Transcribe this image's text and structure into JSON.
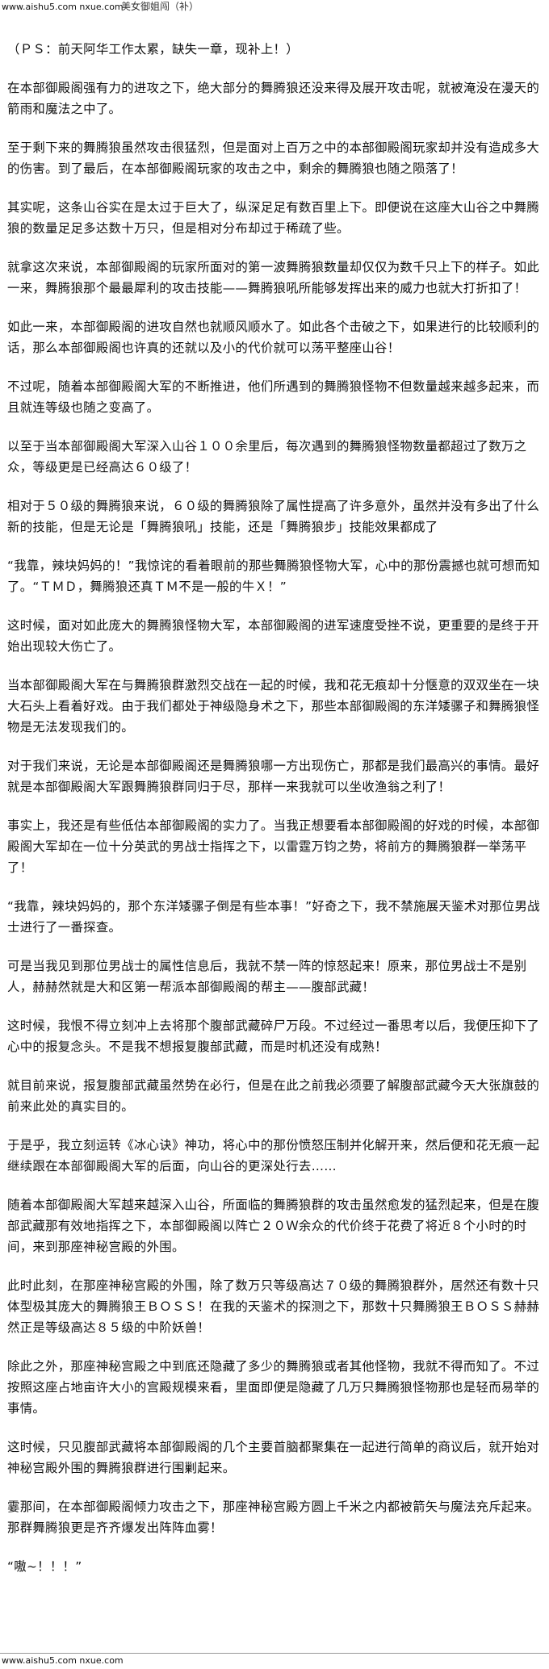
{
  "header": {
    "url": "www.aishu5.com nxue.com",
    "title": "美女御姐闯（补）"
  },
  "paragraphs": [
    "（ＰＳ：前天阿华工作太累，缺失一章，现补上！）",
    "在本部御殿阁强有力的进攻之下，绝大部分的舞腾狼还没来得及展开攻击呢，就被淹没在漫天的箭雨和魔法之中了。",
    "至于剩下来的舞腾狼虽然攻击很猛烈，但是面对上百万之中的本部御殿阁玩家却并没有造成多大的伤害。到了最后，在本部御殿阁玩家的攻击之中，剩余的舞腾狼也随之陨落了！",
    "其实呢，这条山谷实在是太过于巨大了，纵深足足有数百里上下。即便说在这座大山谷之中舞腾狼的数量足足多达数十万只，但是相对分布却过于稀疏了些。",
    "就拿这次来说，本部御殿阁的玩家所面对的第一波舞腾狼数量却仅仅为数千只上下的样子。如此一来，舞腾狼那个最最犀利的攻击技能——舞腾狼吼所能够发挥出来的威力也就大打折扣了！",
    "如此一来，本部御殿阁的进攻自然也就顺风顺水了。如此各个击破之下，如果进行的比较顺利的话，那么本部御殿阁也许真的还就以及小的代价就可以荡平整座山谷！",
    "不过呢，随着本部御殿阁大军的不断推进，他们所遇到的舞腾狼怪物不但数量越来越多起来，而且就连等级也随之变高了。",
    "以至于当本部御殿阁大军深入山谷１００余里后，每次遇到的舞腾狼怪物数量都超过了数万之众，等级更是已经高达６０级了！",
    "相对于５０级的舞腾狼来说，６０级的舞腾狼除了属性提高了许多意外，虽然并没有多出了什么新的技能，但是无论是「舞腾狼吼」技能，还是「舞腾狼步」技能效果都成了",
    "“我靠，辣块妈妈的！”我惊诧的看着眼前的那些舞腾狼怪物大军，心中的那份震撼也就可想而知了。“ＴＭＤ，舞腾狼还真ＴＭ不是一般的牛Ｘ！”",
    "这时候，面对如此庞大的舞腾狼怪物大军，本部御殿阁的进军速度受挫不说，更重要的是终于开始出现较大伤亡了。",
    "当本部御殿阁大军在与舞腾狼群激烈交战在一起的时候，我和花无痕却十分惬意的双双坐在一块大石头上看着好戏。由于我们都处于神级隐身术之下，那些本部御殿阁的东洋矮骡子和舞腾狼怪物是无法发现我们的。",
    "对于我们来说，无论是本部御殿阁还是舞腾狼哪一方出现伤亡，那都是我们最高兴的事情。最好就是本部御殿阁大军跟舞腾狼群同归于尽，那样一来我就可以坐收渔翁之利了！",
    "事实上，我还是有些低估本部御殿阁的实力了。当我正想要看本部御殿阁的好戏的时候，本部御殿阁大军却在一位十分英武的男战士指挥之下，以雷霆万钧之势，将前方的舞腾狼群一举荡平了！",
    "“我靠，辣块妈妈的，那个东洋矮骡子倒是有些本事！”好奇之下，我不禁施展天鉴术对那位男战士进行了一番探查。",
    "可是当我见到那位男战士的属性信息后，我就不禁一阵的惊怒起来！原来，那位男战士不是别人，赫赫然就是大和区第一帮派本部御殿阁的帮主——腹部武藏！",
    "这时候，我恨不得立刻冲上去将那个腹部武藏碎尸万段。不过经过一番思考以后，我便压抑下了心中的报复念头。不是我不想报复腹部武藏，而是时机还没有成熟！",
    "就目前来说，报复腹部武藏虽然势在必行，但是在此之前我必须要了解腹部武藏今天大张旗鼓的前来此处的真实目的。",
    "于是乎，我立刻运转《冰心诀》神功，将心中的那份愤怒压制并化解开来，然后便和花无痕一起继续跟在本部御殿阁大军的后面，向山谷的更深处行去……",
    "随着本部御殿阁大军越来越深入山谷，所面临的舞腾狼群的攻击虽然愈发的猛烈起来，但是在腹部武藏那有效地指挥之下，本部御殿阁以阵亡２０Ｗ余众的代价终于花费了将近８个小时的时间，来到那座神秘宫殿的外围。",
    "此时此刻，在那座神秘宫殿的外围，除了数万只等级高达７０级的舞腾狼群外，居然还有数十只体型极其庞大的舞腾狼王ＢＯＳＳ！在我的天鉴术的探测之下，那数十只舞腾狼王ＢＯＳＳ赫赫然正是等级高达８５级的中阶妖兽！",
    "除此之外，那座神秘宫殿之中到底还隐藏了多少的舞腾狼或者其他怪物，我就不得而知了。不过按照这座占地亩许大小的宫殿规模来看，里面即便是隐藏了几万只舞腾狼怪物那也是轻而易举的事情。",
    "这时候，只见腹部武藏将本部御殿阁的几个主要首脑都聚集在一起进行简单的商议后，就开始对神秘宫殿外围的舞腾狼群进行围剿起来。",
    "霎那间，在本部御殿阁倾力攻击之下，那座神秘宫殿方圆上千米之内都被箭矢与魔法充斥起来。那群舞腾狼更是齐齐爆发出阵阵血雾！",
    "“嗷~！！！”"
  ],
  "footer": {
    "url": "www.aishu5.com nxue.com"
  }
}
